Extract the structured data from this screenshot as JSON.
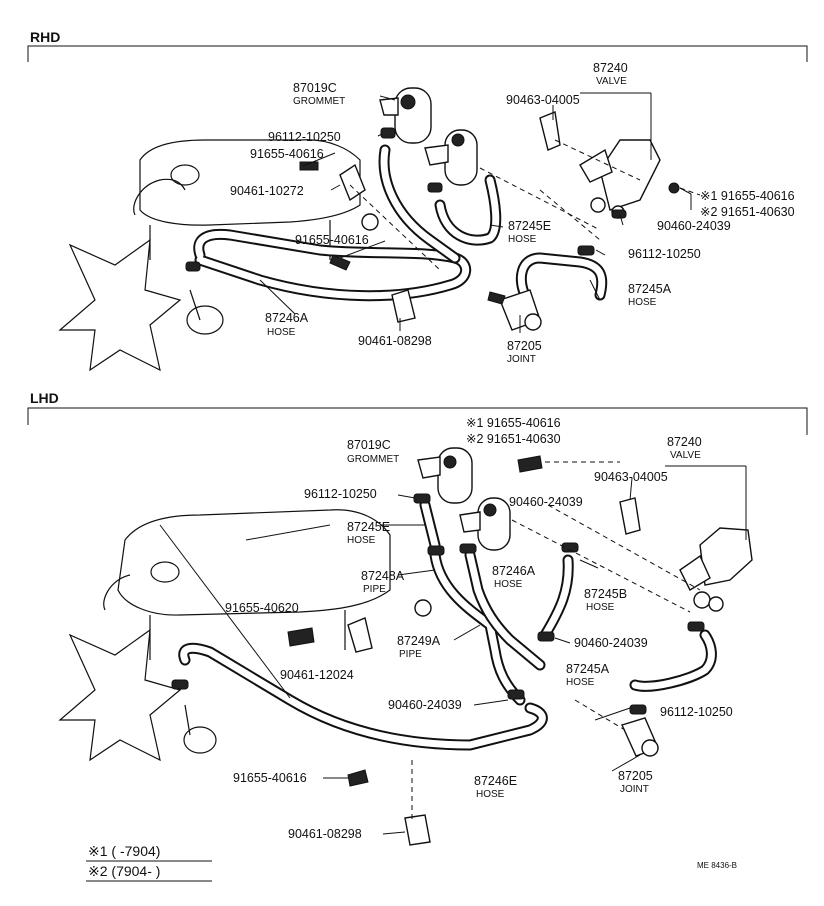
{
  "sections": {
    "rhd": {
      "title": "RHD"
    },
    "lhd": {
      "title": "LHD"
    }
  },
  "rhd_labels": {
    "p87019c": "87019C",
    "grommet": "GROMMET",
    "p96112_a": "96112-10250",
    "p91655_a": "91655-40616",
    "p90461_a": "90461-10272",
    "p91655_b": "91655-40616",
    "p87246a": "87246A",
    "hose_87246a": "HOSE",
    "p90461_b": "90461-08298",
    "p87205": "87205",
    "joint": "JOINT",
    "p87245a": "87245A",
    "hose_87245a": "HOSE",
    "p96112_b": "96112-10250",
    "p87245e": "87245E",
    "hose_87245e": "HOSE",
    "p90460": "90460-24039",
    "p91655_c": "※1 91655-40616",
    "p91651": "※2 91651-40630",
    "p90463": "90463-04005",
    "p87240": "87240",
    "valve": "VALVE"
  },
  "lhd_labels": {
    "p91655_top": "※1 91655-40616",
    "p91651_top": "※2 91651-40630",
    "p87019c": "87019C",
    "grommet": "GROMMET",
    "p96112_a": "96112-10250",
    "p87245e": "87245E",
    "hose_87245e": "HOSE",
    "p87248a": "87248A",
    "pipe_87248a": "PIPE",
    "p87246a": "87246A",
    "hose_87246a": "HOSE",
    "p90460_a": "90460-24039",
    "p87245b": "87245B",
    "hose_87245b": "HOSE",
    "p91655_40620": "91655-40620",
    "p87249a": "87249A",
    "pipe_87249a": "PIPE",
    "p90460_b": "90460-24039",
    "p90461_12024": "90461-12024",
    "p87245a": "87245A",
    "hose_87245a": "HOSE",
    "p90460_c": "90460-24039",
    "p96112_b": "96112-10250",
    "p91655_40616": "91655-40616",
    "p87246e": "87246E",
    "hose_87246e": "HOSE",
    "p87205": "87205",
    "joint": "JOINT",
    "p90461_08298": "90461-08298",
    "p87240": "87240",
    "valve": "VALVE",
    "p90463": "90463-04005"
  },
  "footnotes": {
    "n1": "※1 (        -7904)",
    "n2": "※2 (7904-        )"
  },
  "code": "ME 8436-B"
}
